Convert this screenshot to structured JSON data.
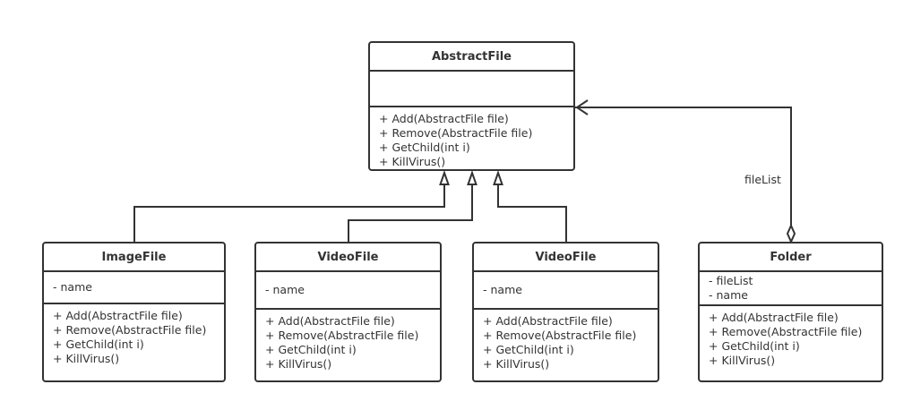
{
  "colors": {
    "stroke": "#333333",
    "background": "#ffffff"
  },
  "classes": [
    {
      "id": "abstractfile",
      "name": "AbstractFile",
      "attributes": [],
      "operations": [
        "+ Add(AbstractFile file)",
        "+ Remove(AbstractFile file)",
        "+ GetChild(int i)",
        "+ KillVirus()"
      ]
    },
    {
      "id": "imagefile",
      "name": "ImageFile",
      "attributes": [
        "- name"
      ],
      "operations": [
        "+ Add(AbstractFile file)",
        "+ Remove(AbstractFile file)",
        "+ GetChild(int i)",
        "+ KillVirus()"
      ]
    },
    {
      "id": "videofile1",
      "name": "VideoFile",
      "attributes": [
        "- name"
      ],
      "operations": [
        "+ Add(AbstractFile file)",
        "+ Remove(AbstractFile file)",
        "+ GetChild(int i)",
        "+ KillVirus()"
      ]
    },
    {
      "id": "videofile2",
      "name": "VideoFile",
      "attributes": [
        "- name"
      ],
      "operations": [
        "+ Add(AbstractFile file)",
        "+ Remove(AbstractFile file)",
        "+ GetChild(int i)",
        "+ KillVirus()"
      ]
    },
    {
      "id": "folder",
      "name": "Folder",
      "attributes": [
        "- fileList",
        "- name"
      ],
      "operations": [
        "+ Add(AbstractFile file)",
        "+ Remove(AbstractFile file)",
        "+ GetChild(int i)",
        "+ KillVirus()"
      ]
    }
  ],
  "relationships": [
    {
      "type": "generalization",
      "from": "imagefile",
      "to": "abstractfile"
    },
    {
      "type": "generalization",
      "from": "videofile1",
      "to": "abstractfile"
    },
    {
      "type": "generalization",
      "from": "videofile2",
      "to": "abstractfile"
    },
    {
      "type": "aggregation",
      "from": "folder",
      "to": "abstractfile",
      "label": "fileList"
    }
  ]
}
